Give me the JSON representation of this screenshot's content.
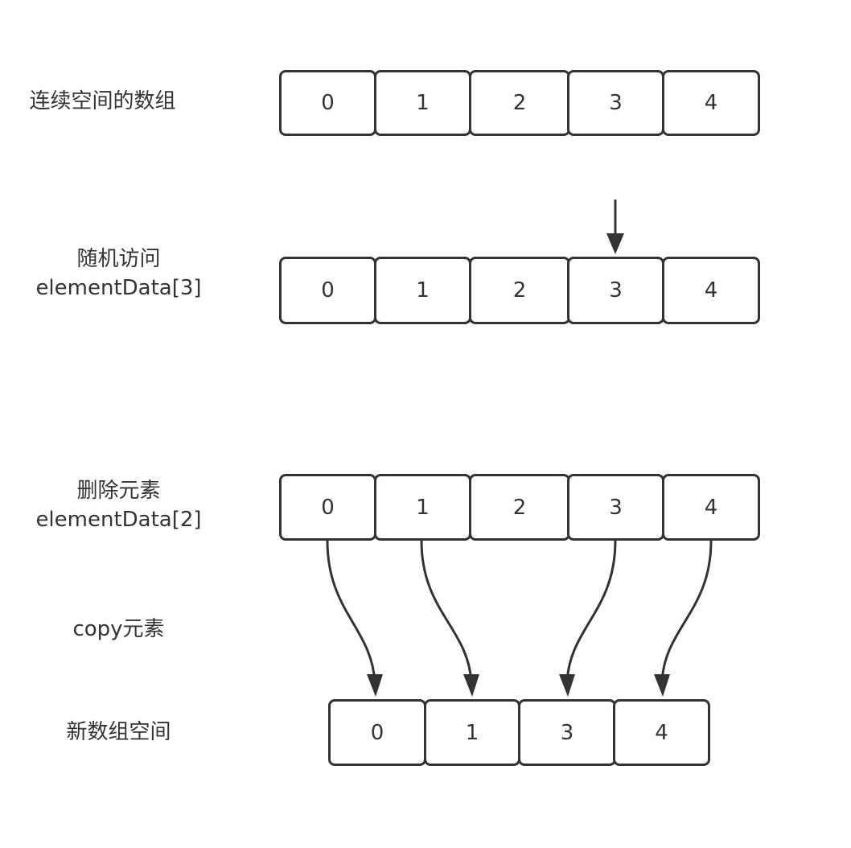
{
  "diagram": {
    "row1": {
      "label": "连续空间的数组",
      "cells": [
        "0",
        "1",
        "2",
        "3",
        "4"
      ]
    },
    "row2": {
      "label_line1": "随机访问",
      "label_line2": "elementData[3]",
      "cells": [
        "0",
        "1",
        "2",
        "3",
        "4"
      ],
      "pointer_target_index": 3
    },
    "row3": {
      "label_line1": "删除元素",
      "label_line2": "elementData[2]",
      "cells": [
        "0",
        "1",
        "2",
        "3",
        "4"
      ]
    },
    "copy_label": "copy元素",
    "row4": {
      "label": "新数组空间",
      "cells": [
        "0",
        "1",
        "3",
        "4"
      ]
    },
    "copy_mapping": [
      {
        "from_index": 0,
        "to_index": 0
      },
      {
        "from_index": 1,
        "to_index": 1
      },
      {
        "from_index": 3,
        "to_index": 2
      },
      {
        "from_index": 4,
        "to_index": 3
      }
    ],
    "colors": {
      "stroke": "#333333",
      "text": "#333333",
      "background": "#ffffff"
    }
  }
}
